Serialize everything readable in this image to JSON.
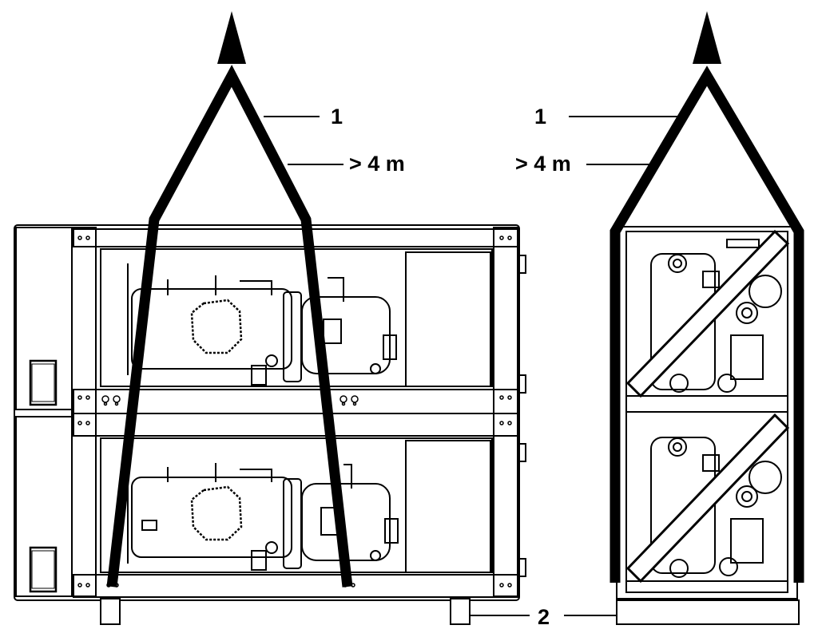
{
  "colors": {
    "ink": "#000000",
    "paper": "#ffffff",
    "fill": "#f2f2f2"
  },
  "callouts": {
    "front_sling_label": "1",
    "front_length_label": "> 4 m",
    "side_sling_label": "1",
    "side_length_label": "> 4 m",
    "base_label": "2"
  }
}
